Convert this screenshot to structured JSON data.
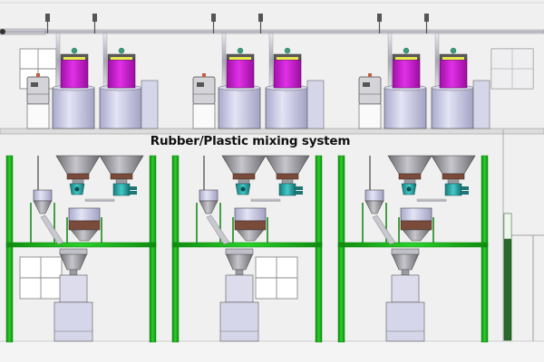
{
  "diagram": {
    "title": "Rubber/Plastic mixing system",
    "modules": [
      {
        "name": "mixing-line-1"
      },
      {
        "name": "mixing-line-2"
      },
      {
        "name": "mixing-line-3"
      }
    ],
    "colors": {
      "background": "#f0f0f0",
      "floor_slab": "#e6e6e6",
      "frame_green": "#1fb81f",
      "frame_green_dark": "#0f8a0f",
      "drum_magenta": "#d21ad2",
      "drum_lid_yellow": "#e8e84a",
      "silo_lavender": "#c8c8e6",
      "hopper_grey": "#8a8a8e",
      "valve_teal": "#2fa8a8",
      "pipe": "#b8b8c0",
      "window": "#ffffff"
    }
  }
}
